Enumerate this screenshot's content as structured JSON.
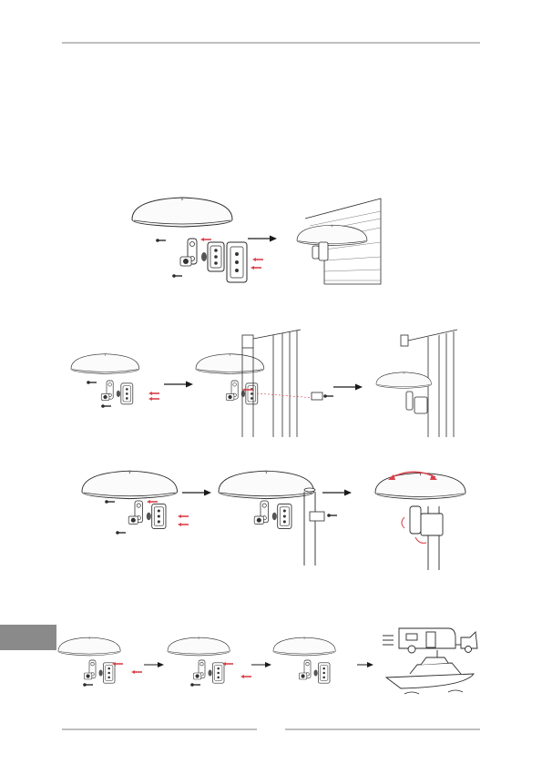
{
  "page": {
    "number": ""
  },
  "colors": {
    "accent": "#d9414a",
    "ink": "#2a2a2a",
    "tab": "#8a8a8a"
  },
  "figures": [
    {
      "id": "wall-mount",
      "steps": 2
    },
    {
      "id": "fence-mount",
      "steps": 3
    },
    {
      "id": "pole-mount",
      "steps": 3
    },
    {
      "id": "vehicle-marine-mount",
      "steps": 4
    }
  ]
}
